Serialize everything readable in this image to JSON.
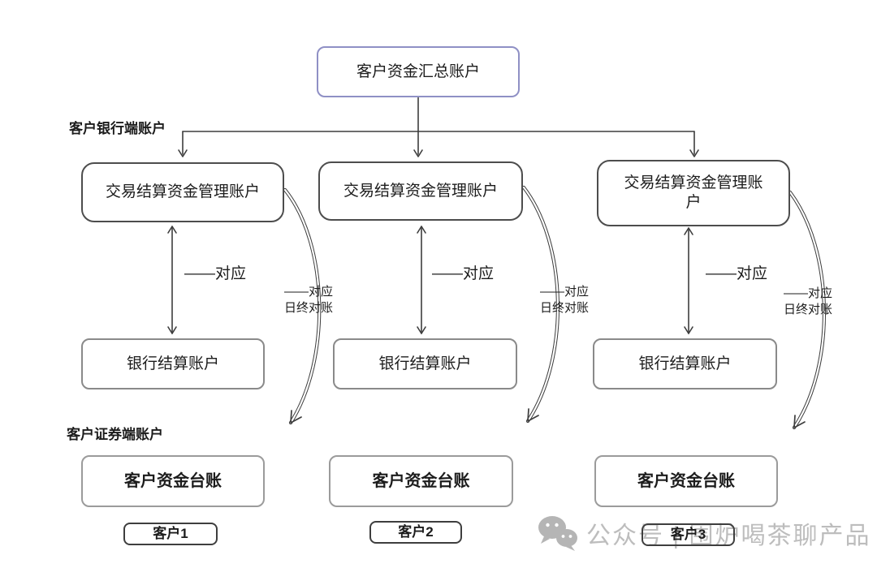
{
  "diagram": {
    "title_box": "客户资金汇总账户",
    "bank_section_label": "客户银行端账户",
    "securities_section_label": "客户证券端账户",
    "mapping_label": "——对应",
    "recon_label_line1": "——对应",
    "recon_label_line2": "日终对账",
    "columns": [
      {
        "management_account": "交易结算资金管理账户",
        "bank_settlement_account": "银行结算账户",
        "customer_ledger": "客户资金台账",
        "customer_label": "客户1"
      },
      {
        "management_account": "交易结算资金管理账户",
        "bank_settlement_account": "银行结算账户",
        "customer_ledger": "客户资金台账",
        "customer_label": "客户2"
      },
      {
        "management_account": "交易结算资金管理账户",
        "bank_settlement_account": "银行结算账户",
        "customer_ledger": "客户资金台账",
        "customer_label": "客户3"
      }
    ],
    "watermark": {
      "icon": "wechat-icon",
      "text": "公众号 | 围炉喝茶聊产品"
    },
    "colors": {
      "title_box_border": "#8f90c5",
      "primary_box_border": "#4d4d4d",
      "secondary_box_border": "#8a8a8a",
      "line": "#3d3d3d",
      "watermark_text": "#bdbdbd"
    }
  }
}
